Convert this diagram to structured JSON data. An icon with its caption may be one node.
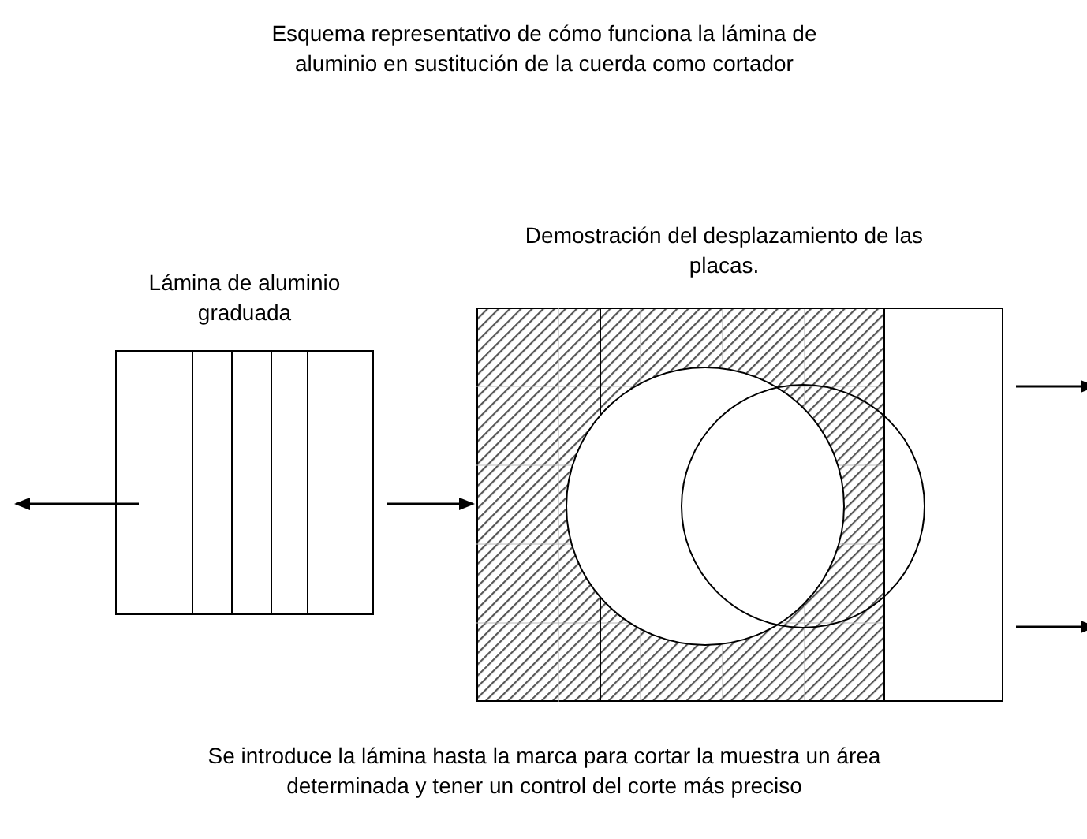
{
  "diagram": {
    "title": "Esquema representativo de cómo funciona la lámina de aluminio en sustitución de la cuerda como cortador",
    "caption": "Se introduce la lámina hasta la marca para cortar la muestra un área determinada y tener un control del corte más preciso",
    "nodes": [
      {
        "text": [
          "Lámina de aluminio graduada"
        ]
      },
      {
        "text": [
          "Demostración del desplazamiento de las placas."
        ]
      },
      {
        "text": [],
        "shape": "circle",
        "in": 1
      },
      {
        "text": [],
        "shape": "circle",
        "in": 1
      }
    ],
    "edges": [
      {
        "from": 0,
        "to": null,
        "arrow": "to"
      },
      {
        "from": 0,
        "to": 1,
        "arrow": "to"
      },
      {
        "from": 1,
        "to": null,
        "arrow": "to"
      },
      {
        "from": 1,
        "to": null,
        "arrow": "to"
      }
    ]
  }
}
